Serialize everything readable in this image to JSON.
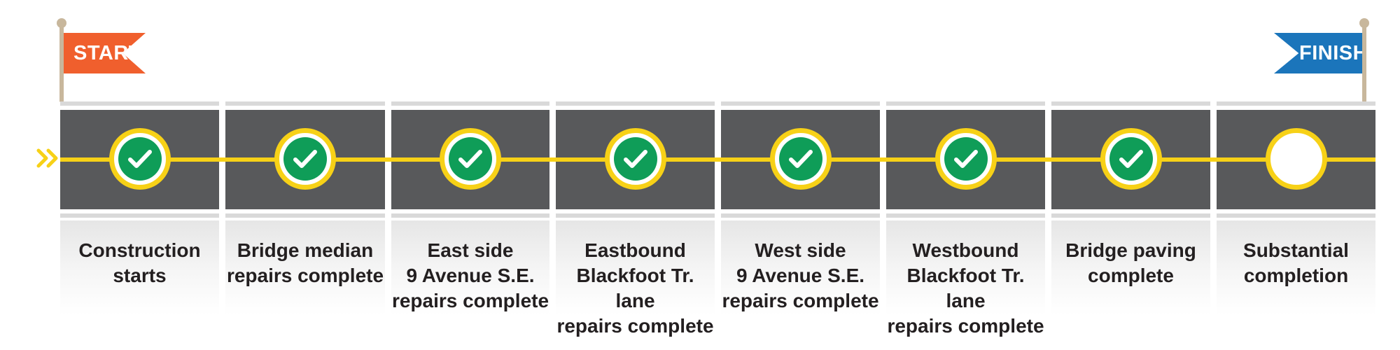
{
  "flags": {
    "start_label": "START",
    "finish_label": "FINISH",
    "start_color": "#f05f2d",
    "finish_color": "#1b75bb"
  },
  "colors": {
    "road": "#58595b",
    "centerline": "#f7d117",
    "check": "#0f9d58"
  },
  "milestones": [
    {
      "label": "Construction\nstarts",
      "status": "complete"
    },
    {
      "label": "Bridge median\nrepairs complete",
      "status": "complete"
    },
    {
      "label": "East side\n9 Avenue S.E.\nrepairs complete",
      "status": "complete"
    },
    {
      "label": "Eastbound\nBlackfoot Tr. lane\nrepairs complete",
      "status": "complete"
    },
    {
      "label": "West side\n9 Avenue S.E.\nrepairs complete",
      "status": "complete"
    },
    {
      "label": "Westbound\nBlackfoot Tr. lane\nrepairs complete",
      "status": "complete"
    },
    {
      "label": "Bridge paving\ncomplete",
      "status": "complete"
    },
    {
      "label": "Substantial\ncompletion",
      "status": "pending"
    }
  ]
}
